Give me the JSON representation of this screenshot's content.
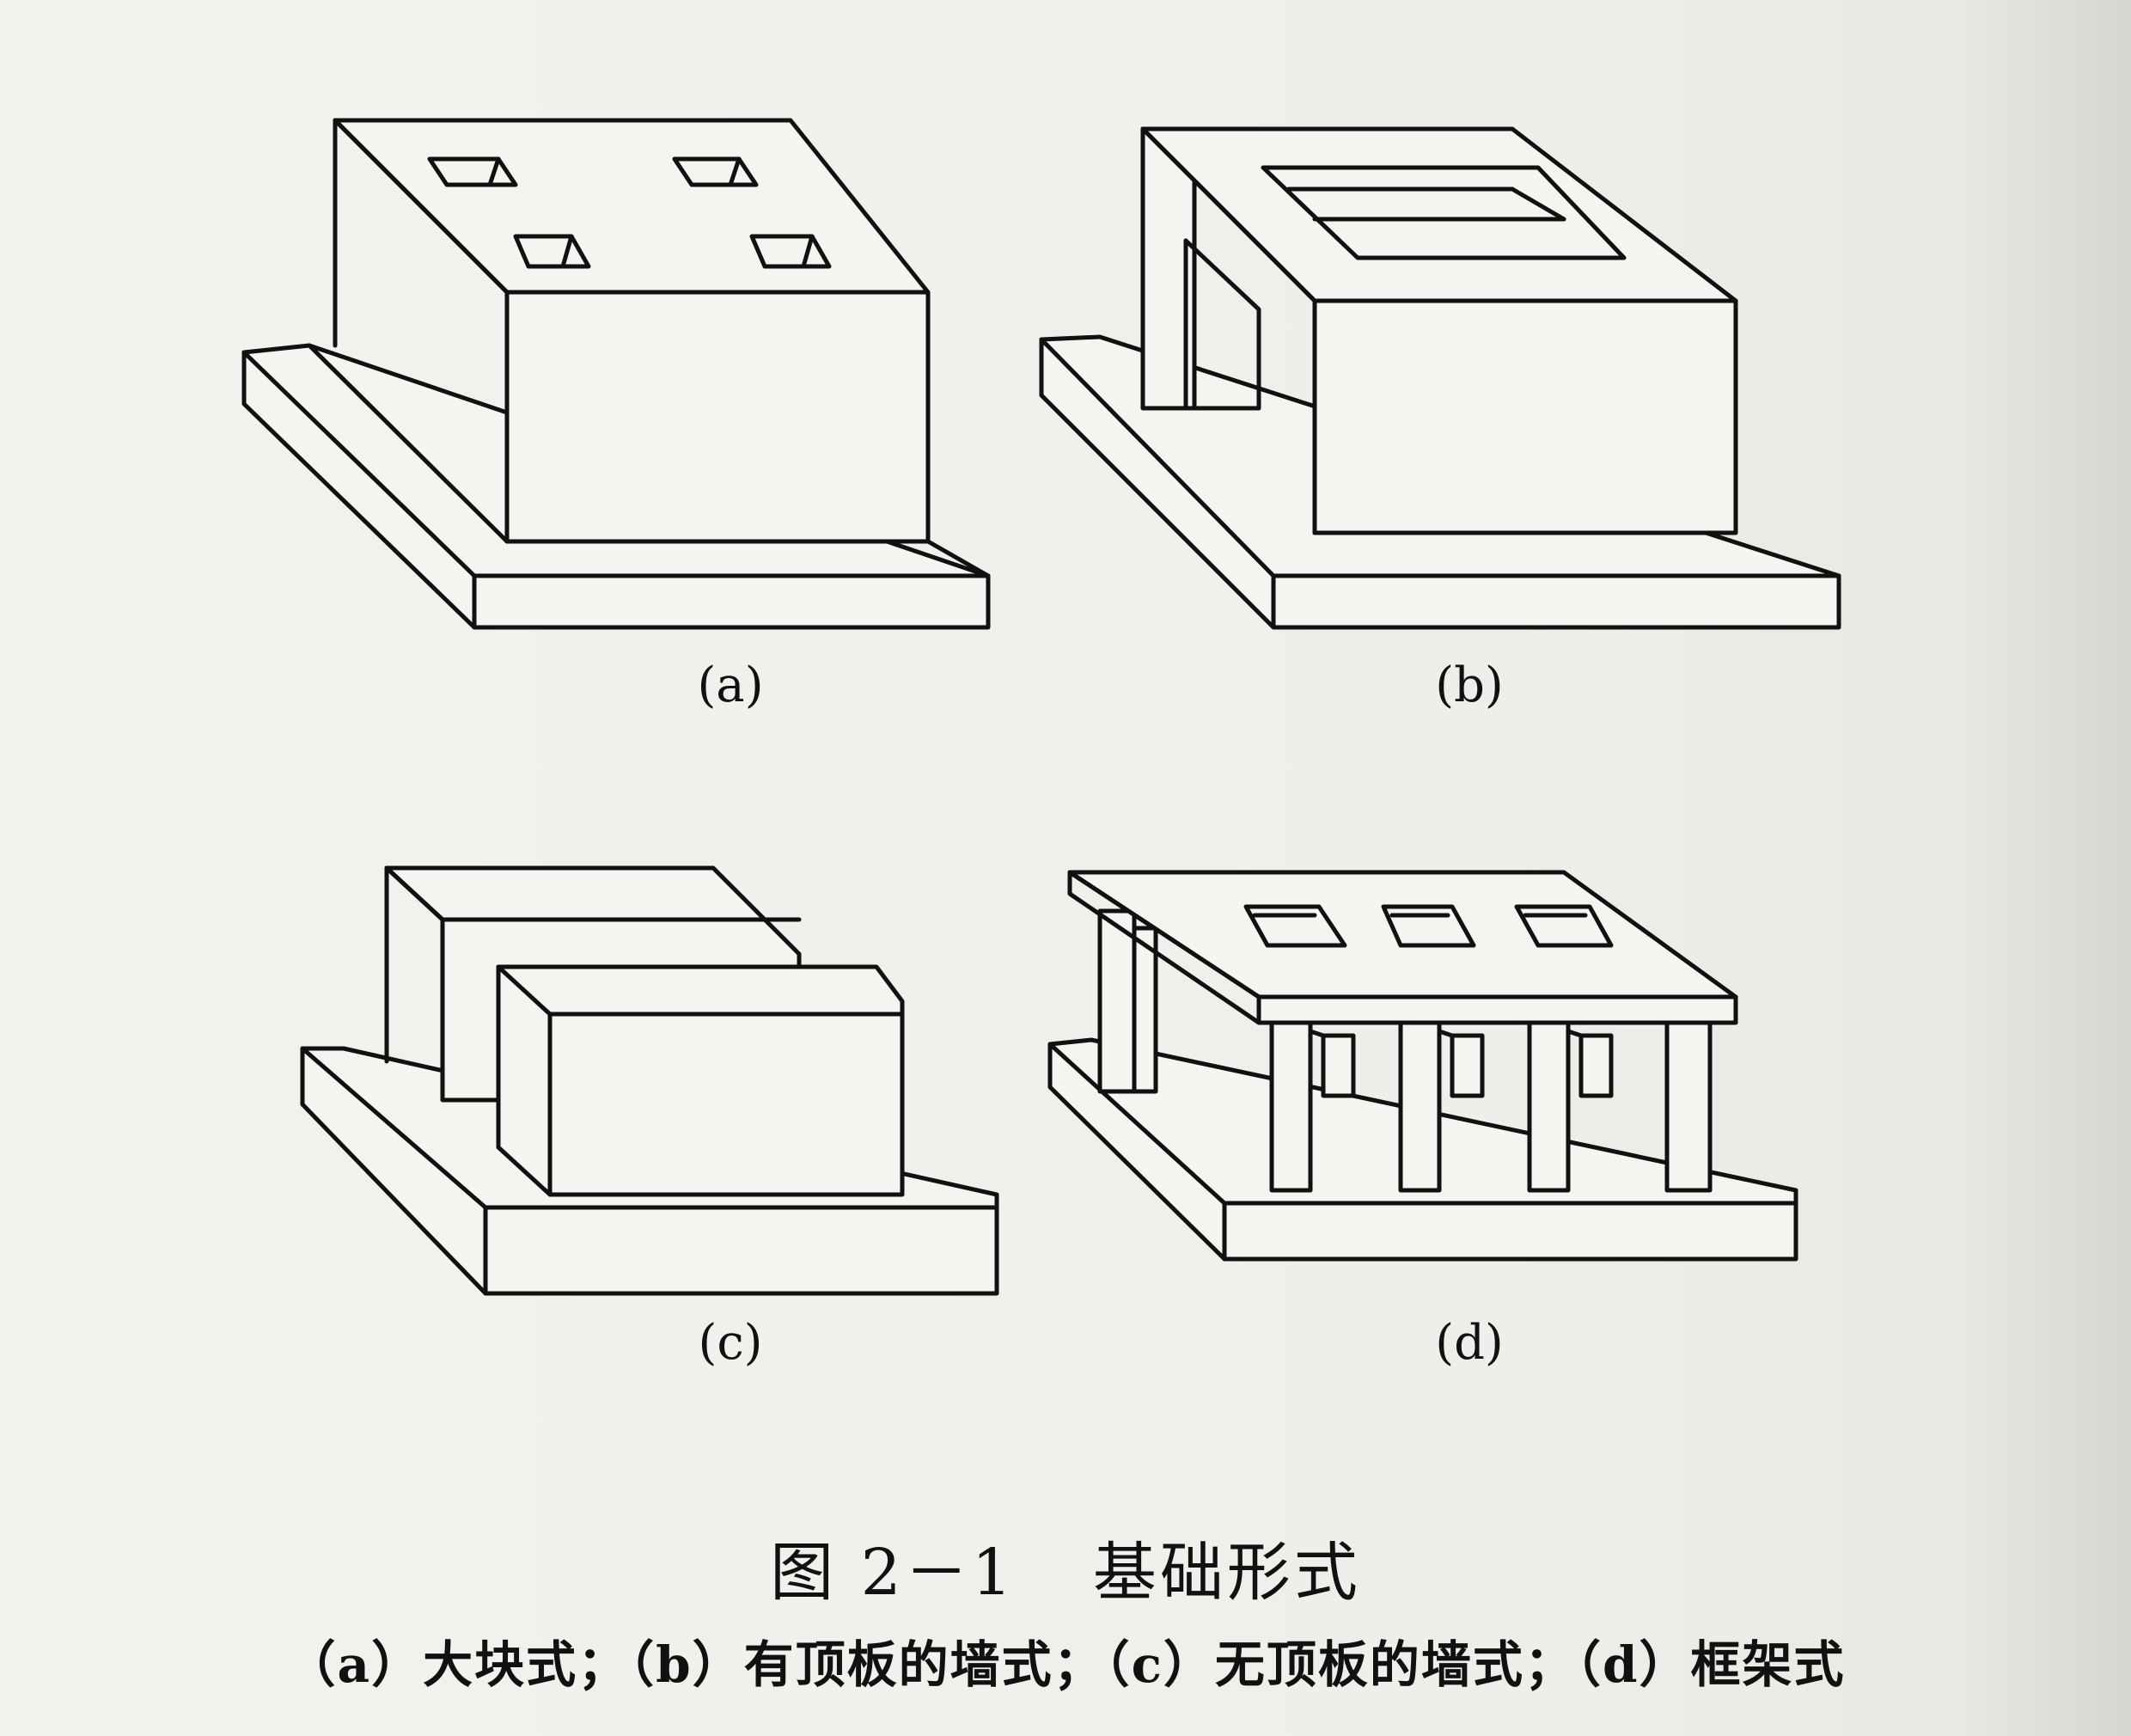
{
  "panels": [
    {
      "id": "a",
      "label": "(a)"
    },
    {
      "id": "b",
      "label": "(b)"
    },
    {
      "id": "c",
      "label": "(c)"
    },
    {
      "id": "d",
      "label": "(d)"
    }
  ],
  "caption": {
    "figure_number": "图 2－1",
    "title": "基础形式",
    "subtitle": "（a）大块式；（b）有顶板的墙式；（c）无顶板的墙式；（d）框架式"
  }
}
